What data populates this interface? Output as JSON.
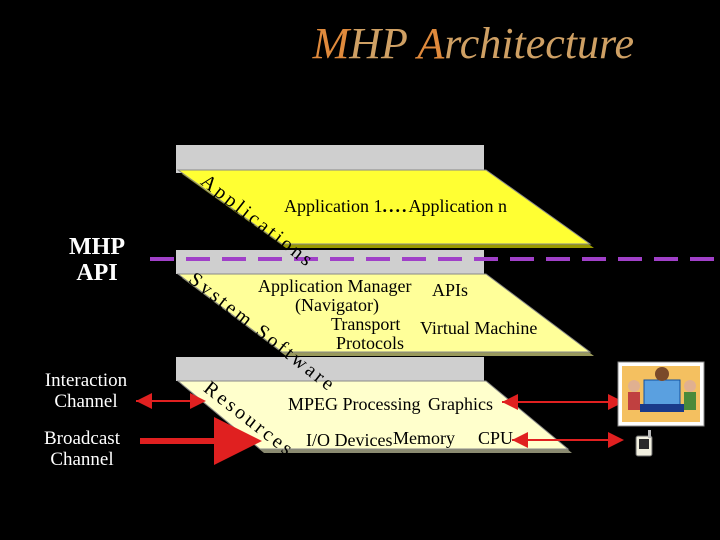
{
  "title": {
    "first_letter": "M",
    "part1": "HP ",
    "second_letter": "A",
    "part2": "rchitecture"
  },
  "layers": {
    "applications": {
      "side_label": "Applications",
      "text": "Application 1",
      "dots": "....",
      "text2": "Application n",
      "color": "#ffff33"
    },
    "system_software": {
      "side_label": "System Software",
      "application_manager": "Application Manager",
      "navigator": "(Navigator)",
      "apis": "APIs",
      "transport": "Transport",
      "virtual_machine": "Virtual Machine",
      "protocols": "Protocols",
      "color": "#ffff99"
    },
    "resources": {
      "side_label": "Resources",
      "mpeg_processing": "MPEG Processing",
      "graphics": "Graphics",
      "io_devices": "I/O Devices",
      "memory": "Memory",
      "cpu": "CPU",
      "color": "#ffffcc"
    }
  },
  "side_labels": {
    "mhp_api_line1": "MHP",
    "mhp_api_line2": "API",
    "interaction_line1": "Interaction",
    "interaction_line2": "Channel",
    "broadcast_line1": "Broadcast",
    "broadcast_line2": "Channel"
  },
  "colors": {
    "background": "#000000",
    "title": "#cfa064",
    "title_caps": "#e08a3c",
    "api_dash": "#a040c8",
    "arrow": "#e02020"
  },
  "icons": [
    "people-at-computer-icon",
    "handheld-device-icon"
  ]
}
